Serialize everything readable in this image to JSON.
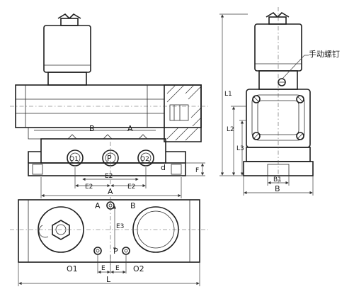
{
  "labels": {
    "A": "A",
    "B": "B",
    "P": "P",
    "O1": "O1",
    "O2": "O2",
    "d": "d",
    "F": "F",
    "L": "L",
    "L1": "L1",
    "L2": "L2",
    "L3": "L3",
    "B1": "B1",
    "E": "E",
    "E2": "E2",
    "E3": "E3",
    "manual_screw": "手动螺钉"
  }
}
